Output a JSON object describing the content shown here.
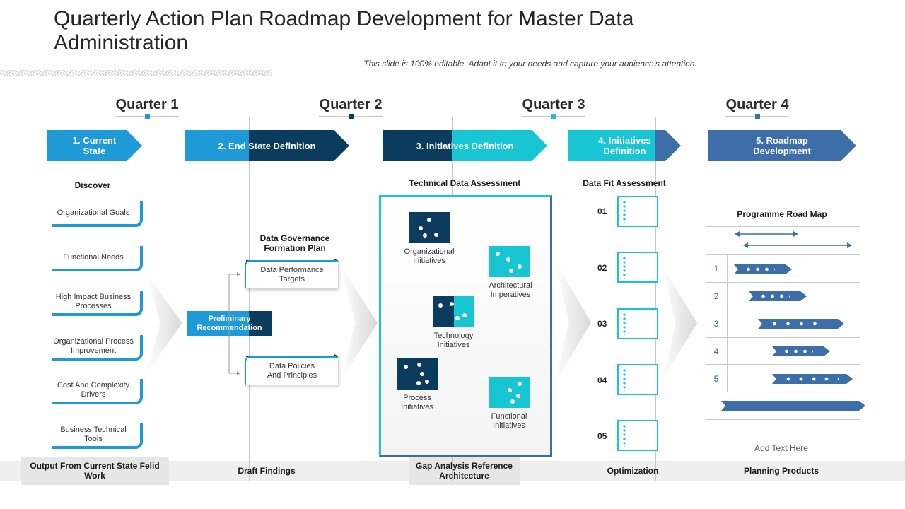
{
  "title": "Quarterly Action Plan Roadmap Development for Master Data Administration",
  "subtitle": "This slide is 100% editable. Adapt it to your needs and capture your audience's attention.",
  "quarters": [
    "Quarter 1",
    "Quarter 2",
    "Quarter 3",
    "Quarter 4"
  ],
  "stages": [
    {
      "label": "1. Current State",
      "color": "#1e9ad6"
    },
    {
      "label": "2. End State Definition",
      "color": "#1e9ad6",
      "color2": "#0b3c5d"
    },
    {
      "label": "3. Initiatives Definition",
      "color": "#0b3c5d",
      "color2": "#17c5d3"
    },
    {
      "label": "4. Initiatives Definition",
      "color": "#17c5d3"
    },
    {
      "label": "5. Roadmap Development",
      "color": "#3d6ea8"
    }
  ],
  "discover": {
    "heading": "Discover",
    "items": [
      "Organizational Goals",
      "Functional Needs",
      "High Impact Business Processes",
      "Organizational Process Improvement",
      "Cost And Complexity Drivers",
      "Business Technical Tools"
    ]
  },
  "governance": {
    "heading": "Data Governance Formation Plan",
    "recommendation": "Preliminary Recommendation",
    "boxes": [
      "Data Performance Targets",
      "Data Policies And Principles"
    ]
  },
  "technical": {
    "heading": "Technical Data Assessment",
    "items": [
      "Organizational Initiatives",
      "Architectural Imperatives",
      "Technology Initiatives",
      "Process Initiatives",
      "Functional Initiatives"
    ]
  },
  "data_fit": {
    "heading": "Data Fit Assessment",
    "numbers": [
      "01",
      "02",
      "03",
      "04",
      "05"
    ]
  },
  "roadmap": {
    "heading": "Programme Road Map",
    "rows": [
      "1",
      "2",
      "3",
      "4",
      "5"
    ],
    "footer": "Add Text Here"
  },
  "bottom": [
    "Output From Current State Felid Work",
    "Draft Findings",
    "Gap Analysis Reference Architecture",
    "Optimization",
    "Planning Products"
  ],
  "colors": {
    "blue": "#1e9ad6",
    "navy": "#0b3c5d",
    "teal": "#17c5d3",
    "steel": "#3d6ea8"
  }
}
